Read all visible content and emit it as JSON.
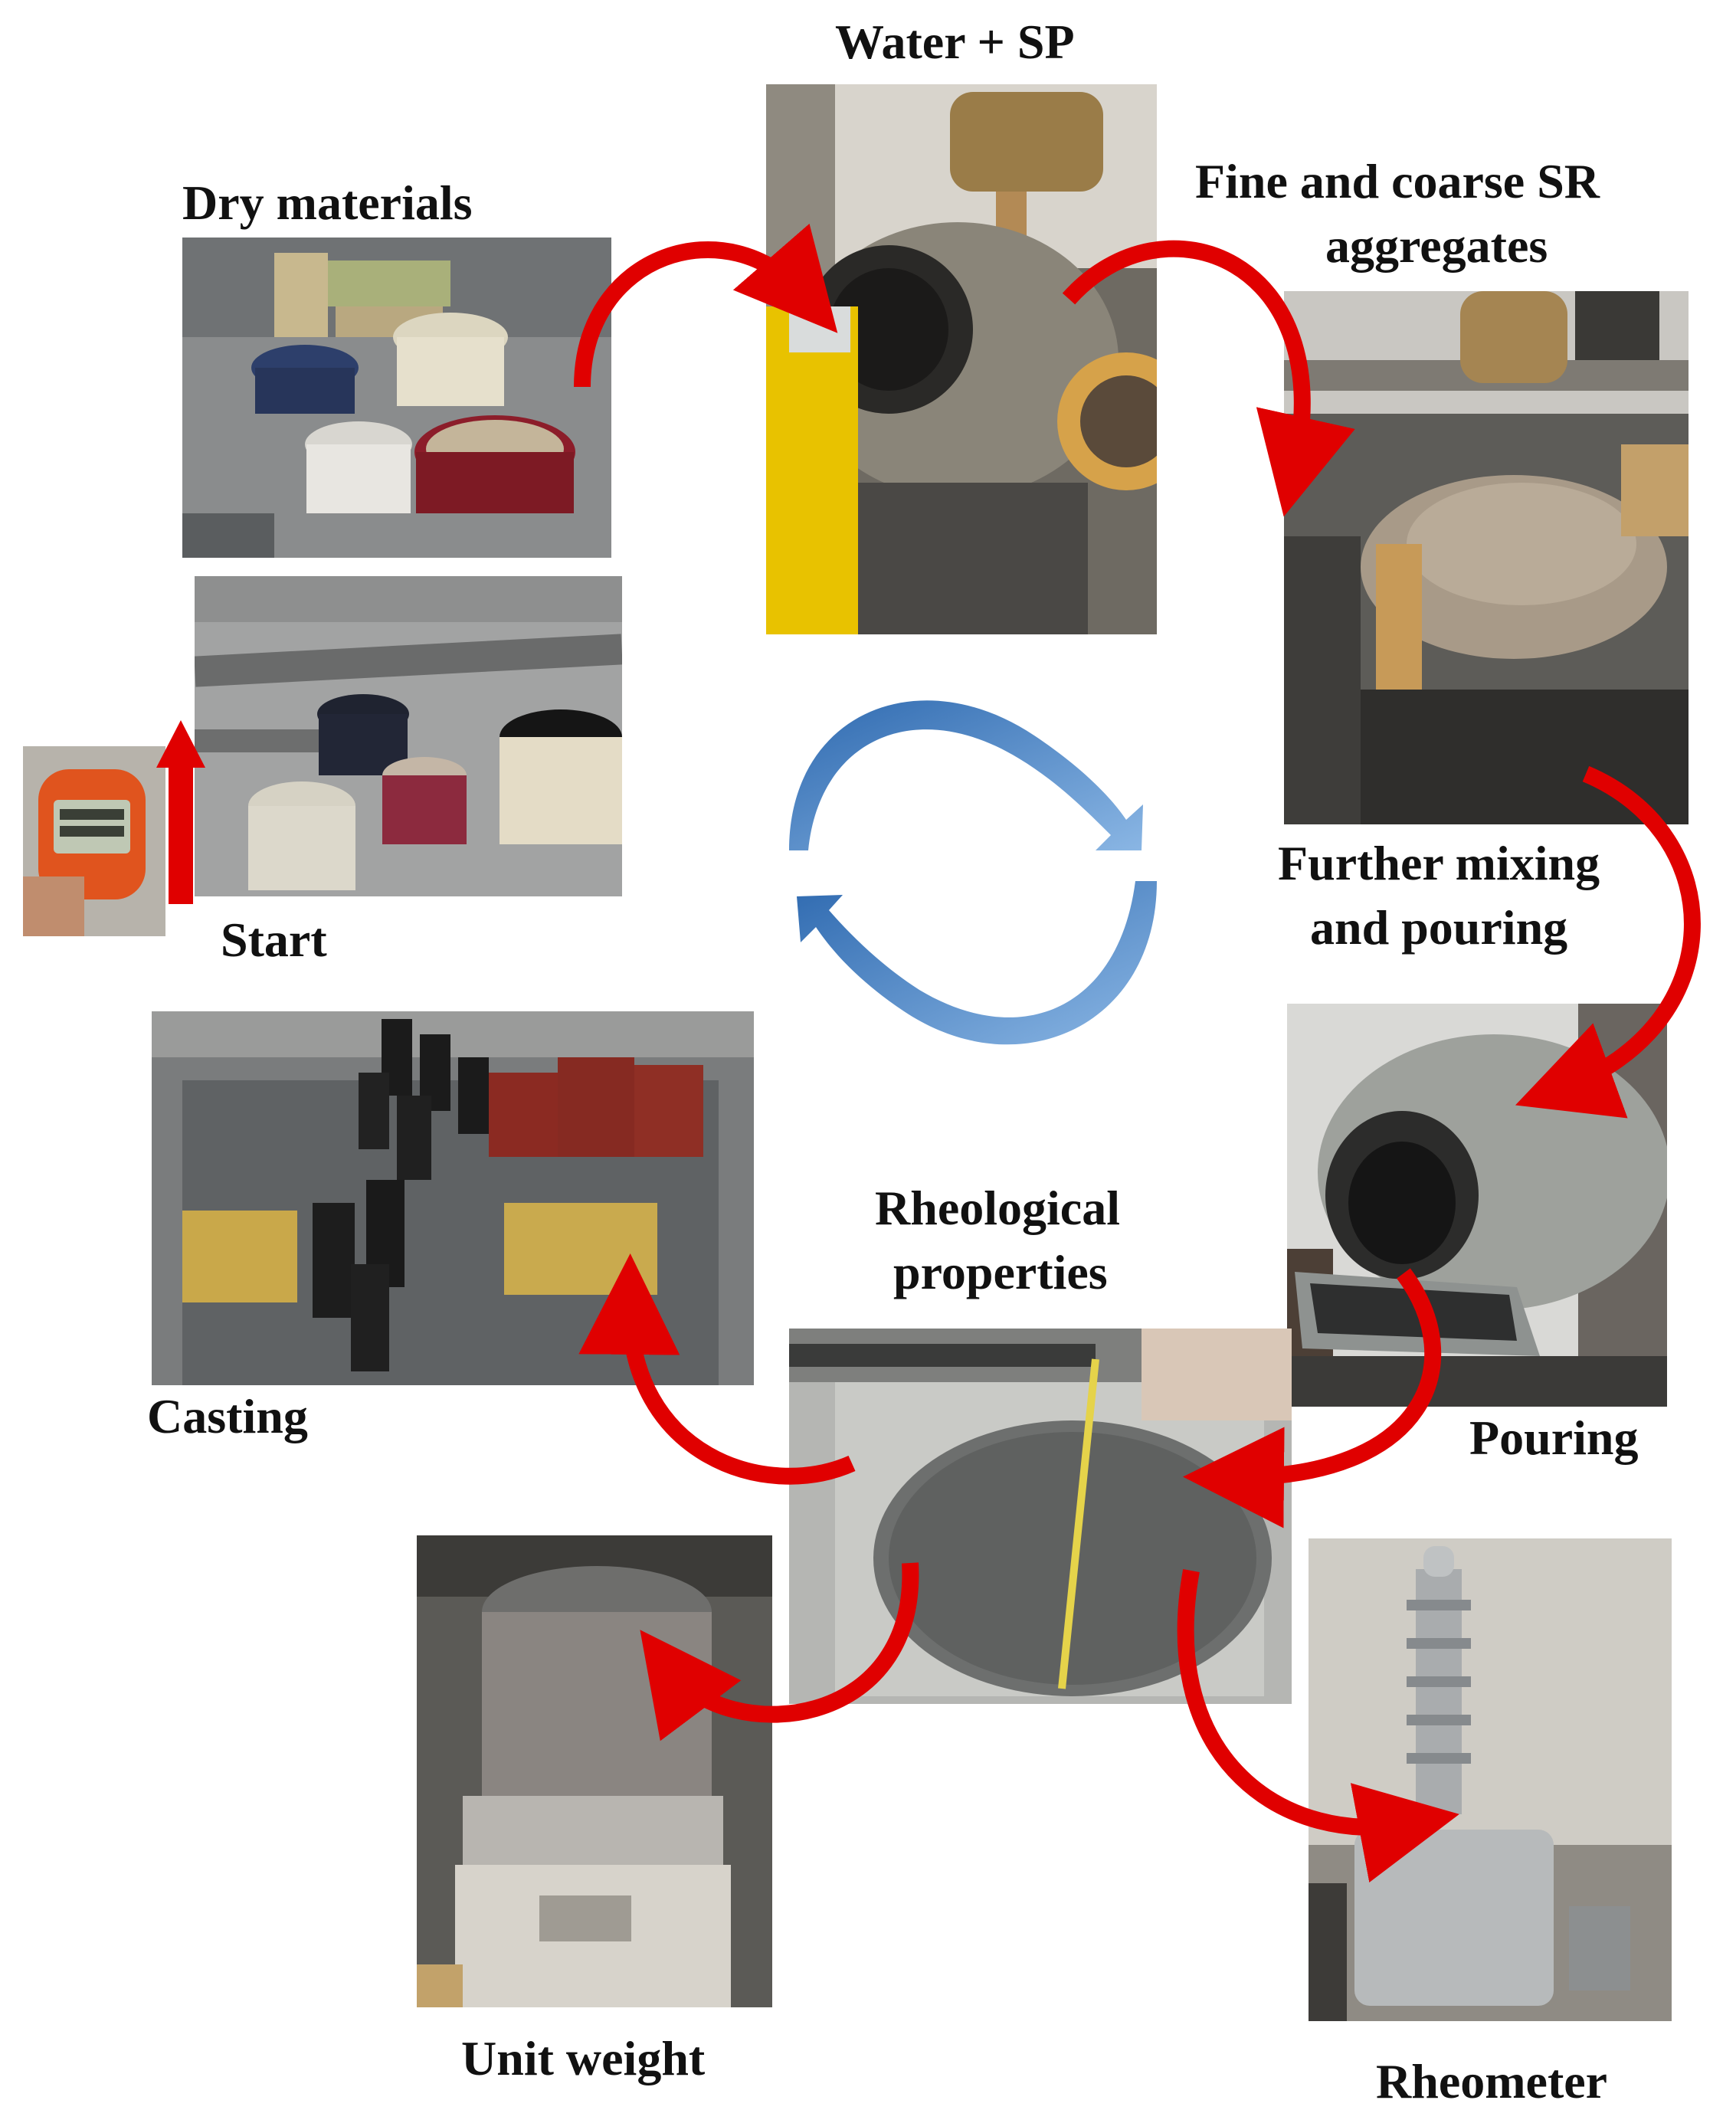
{
  "labels": {
    "water_sp": "Water + SP",
    "dry_materials": "Dry materials",
    "fine_coarse_line1": "Fine and coarse SR",
    "fine_coarse_line2": "aggregates",
    "further_line1": "Further mixing",
    "further_line2": "and pouring",
    "start": "Start",
    "rheo_line1": "Rheological",
    "rheo_line2": "properties",
    "casting": "Casting",
    "pouring": "Pouring",
    "unit_weight": "Unit weight",
    "rheometer": "Rheometer"
  },
  "colors": {
    "flow_arrow": "#e00000",
    "cycle_arrow": "#4f86c6"
  }
}
